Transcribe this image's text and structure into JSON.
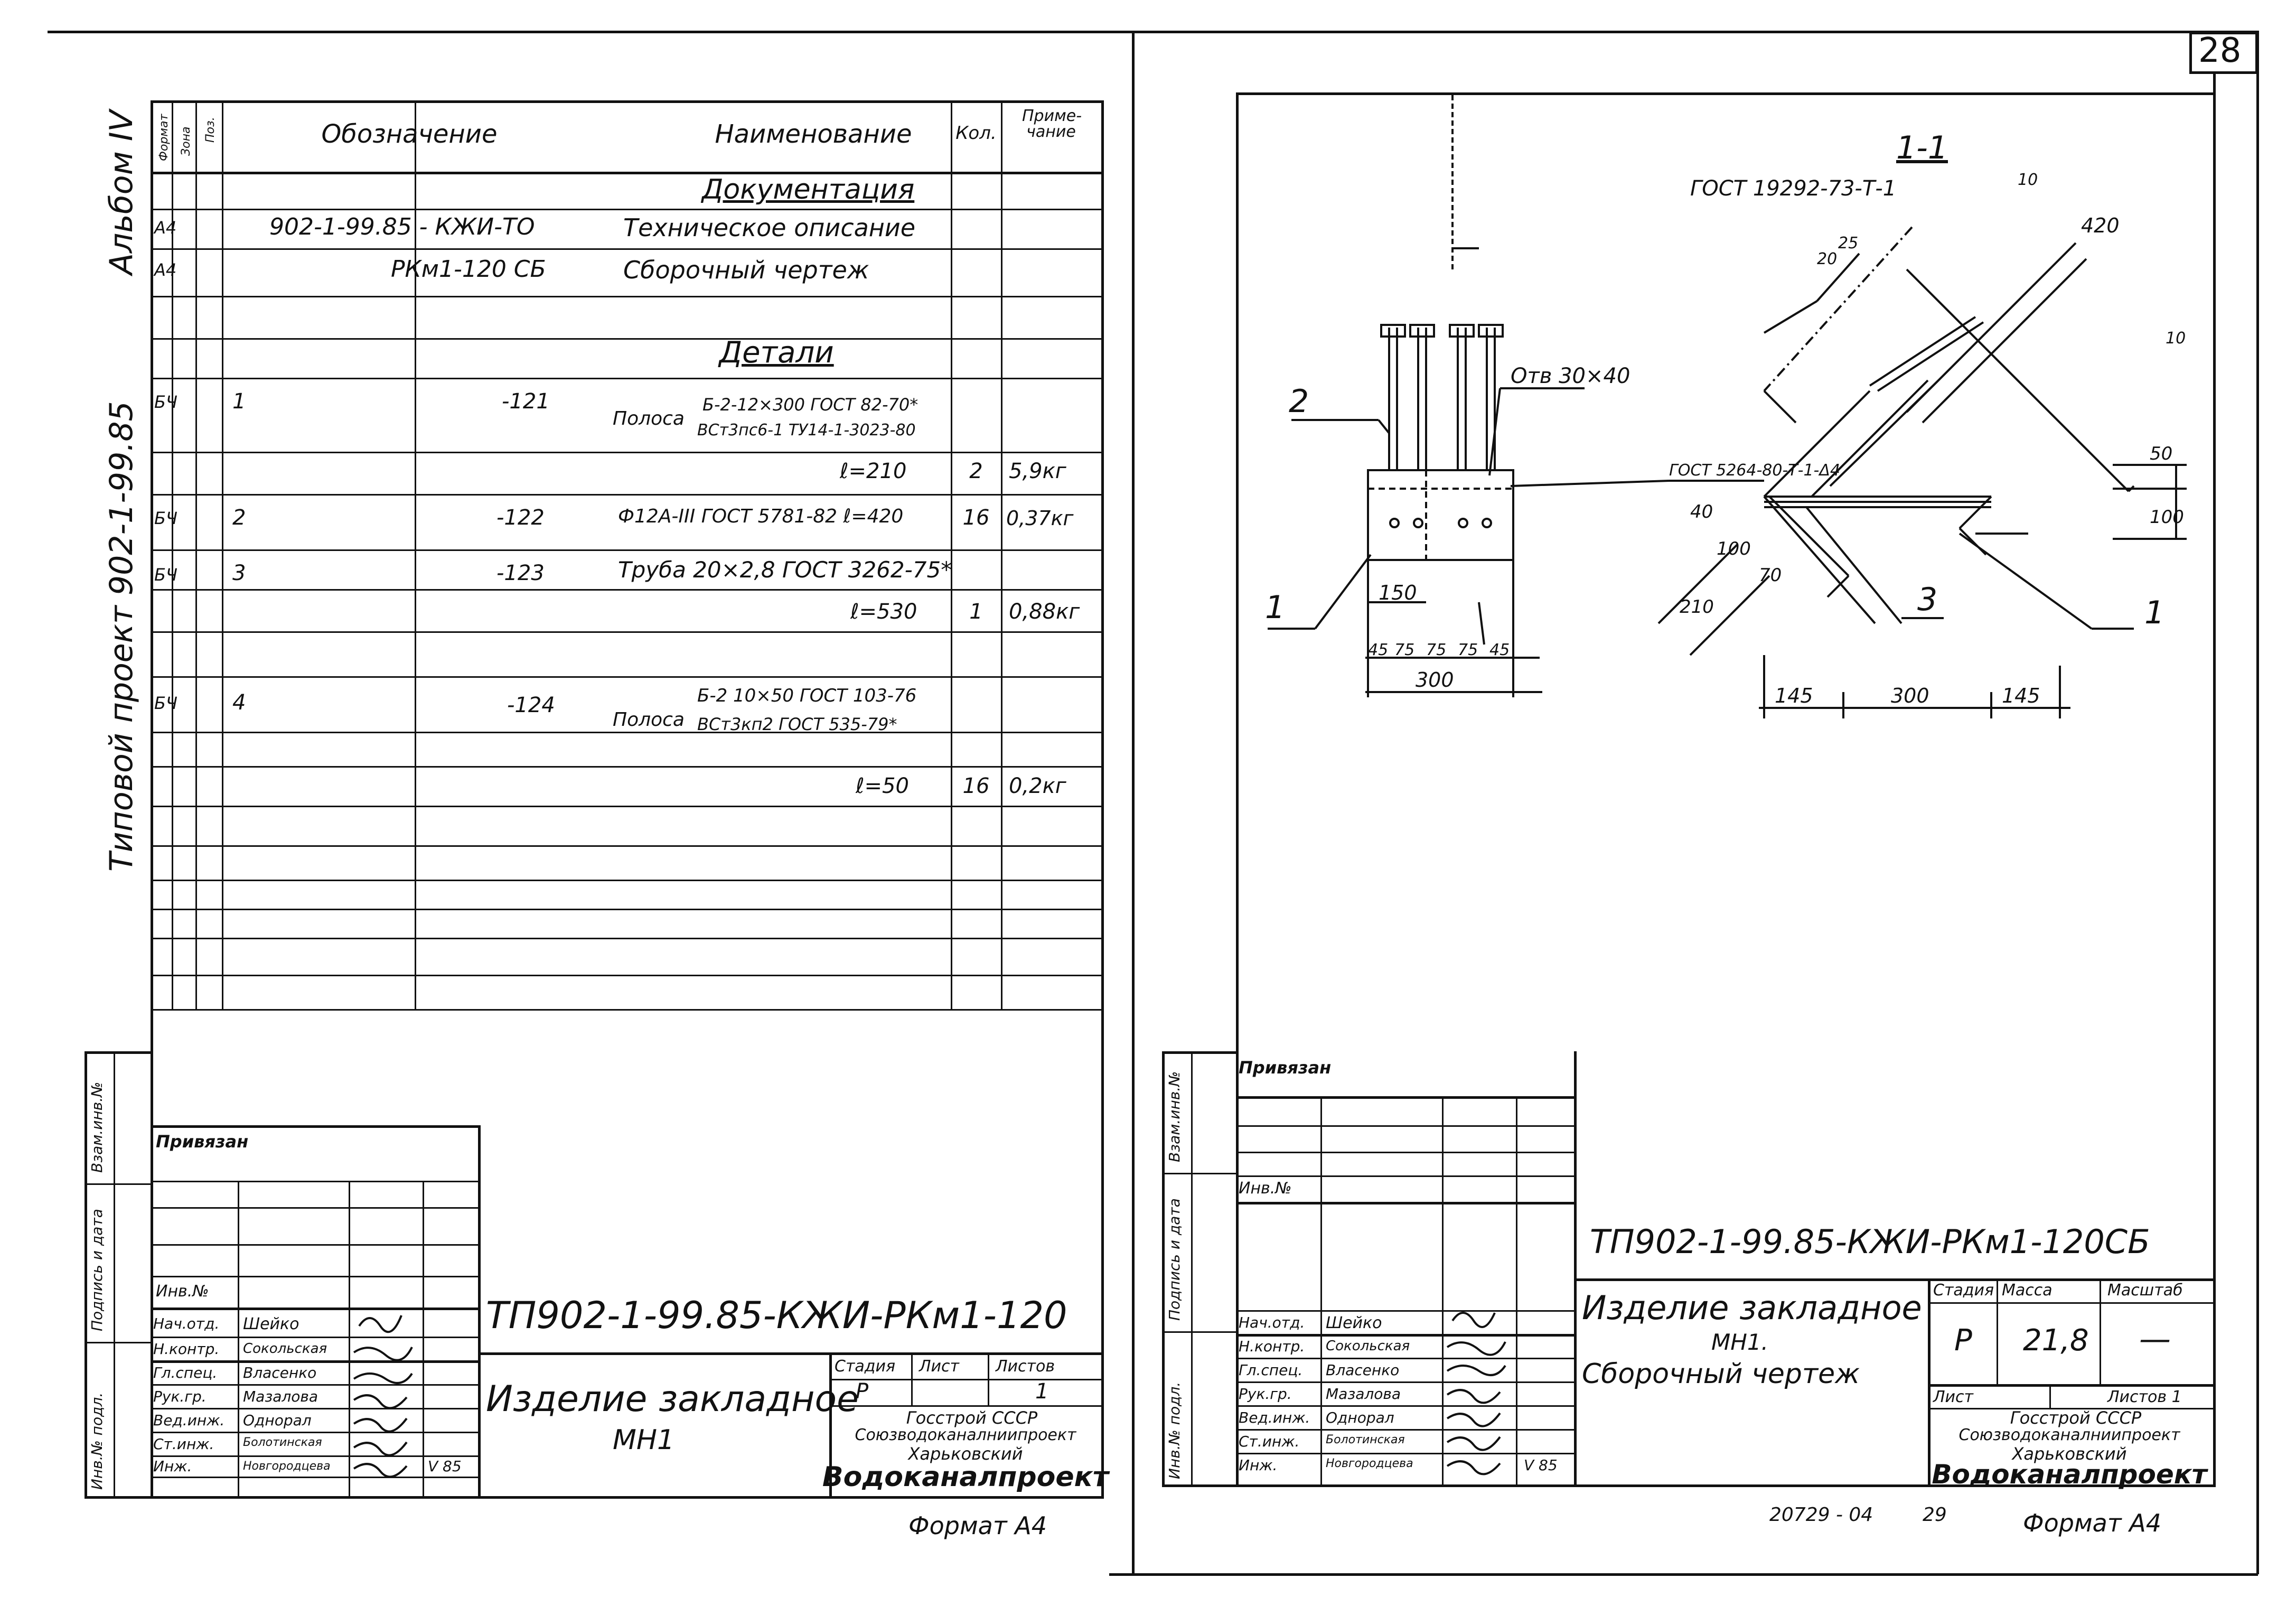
{
  "page_number": "28",
  "left_sheet": {
    "album": "Альбом IV",
    "project": "Типовой проект 902-1-99.85",
    "spec_header": {
      "format": "Формат",
      "zone": "Зона",
      "pos": "Поз.",
      "designation": "Обозначение",
      "name": "Наименование",
      "qty": "Кол.",
      "note": "Приме-чание"
    },
    "spec_rows": [
      {
        "format": "",
        "pos": "",
        "designation": "",
        "name": "Документация",
        "qty": "",
        "note": ""
      },
      {
        "format": "А4",
        "pos": "",
        "designation": "902-1-99.85 - КЖИ-ТО",
        "name": "Техническое описание",
        "qty": "",
        "note": ""
      },
      {
        "format": "А4",
        "pos": "",
        "designation": "РКм1-120 СБ",
        "name": "Сборочный чертеж",
        "qty": "",
        "note": ""
      },
      {
        "format": "",
        "pos": "",
        "designation": "",
        "name": "Детали",
        "qty": "",
        "note": ""
      },
      {
        "format": "БЧ",
        "pos": "1",
        "designation": "-121",
        "name": "Полоса",
        "name2": "Б-2-12×300 ГОСТ 82-70*",
        "name3": "ВСт3пс6-1 ТУ14-1-3023-80",
        "qty": "",
        "note": ""
      },
      {
        "format": "",
        "pos": "",
        "designation": "",
        "name": "ℓ=210",
        "qty": "2",
        "note": "5,9кг"
      },
      {
        "format": "БЧ",
        "pos": "2",
        "designation": "-122",
        "name": "Ф12А-III ГОСТ 5781-82 ℓ=420",
        "qty": "16",
        "note": "0,37кг"
      },
      {
        "format": "БЧ",
        "pos": "3",
        "designation": "-123",
        "name": "Труба 20×2,8 ГОСТ 3262-75*",
        "qty": "",
        "note": ""
      },
      {
        "format": "",
        "pos": "",
        "designation": "",
        "name": "ℓ=530",
        "qty": "1",
        "note": "0,88кг"
      },
      {
        "format": "БЧ",
        "pos": "4",
        "designation": "-124",
        "name": "Полоса",
        "name2": "Б-2 10×50 ГОСТ 103-76",
        "name3": "ВСт3кп2 ГОСТ 535-79*",
        "qty": "",
        "note": ""
      },
      {
        "format": "",
        "pos": "",
        "designation": "",
        "name": "ℓ=50",
        "qty": "16",
        "note": "0,2кг"
      }
    ],
    "side_stamp": [
      "Инв.№ подл.",
      "Подпись и дата",
      "Взам.инв.№"
    ],
    "privyazan": "Привязан",
    "inv_no": "Инв.№",
    "sign_roles": [
      "Нач.отд.",
      "Н.контр.",
      "Гл.спец.",
      "Рук.гр.",
      "Вед.инж.",
      "Ст.инж.",
      "Инж."
    ],
    "sign_names": [
      "Шейко",
      "Сокольская",
      "Власенко",
      "Мазалова",
      "Однорал",
      "Болотинская",
      "Новгородцева"
    ],
    "date": "V 85",
    "code": "ТП902-1-99.85-КЖИ-РКм1-120",
    "title": "Изделие закладное",
    "subtitle": "МН1",
    "stage_label": "Стадия",
    "sheet_label": "Лист",
    "sheets_label": "Листов",
    "stage": "Р",
    "sheets": "1",
    "org1": "Госстрой СССР",
    "org2": "Союзводоканалниипроект",
    "org3": "Харьковский",
    "org4": "Водоканалпроект",
    "format_label": "Формат А4"
  },
  "right_sheet": {
    "section": "1-1",
    "gost_weld1": "ГОСТ 19292-73-Т-1",
    "gost_weld2": "ГОСТ 5264-80-Т-1-Δ4",
    "hole": "Отв 30×40",
    "dims": [
      "150",
      "45",
      "75",
      "75",
      "75",
      "45",
      "300",
      "50",
      "100",
      "40",
      "100",
      "70",
      "210",
      "145",
      "300",
      "145",
      "420",
      "10",
      "10",
      "20",
      "25"
    ],
    "positions": [
      "1",
      "2",
      "3",
      "1"
    ],
    "privyazan": "Привязан",
    "inv_no": "Инв.№",
    "code": "ТП902-1-99.85-КЖИ-РКм1-120СБ",
    "title": "Изделие закладное",
    "subtitle": "МН1.",
    "title2": "Сборочный чертеж",
    "stage_label": "Стадия",
    "mass_label": "Масса",
    "scale_label": "Масштаб",
    "stage": "Р",
    "mass": "21,8",
    "scale": "—",
    "sheet_label": "Лист",
    "sheets_label": "Листов 1",
    "sign_roles": [
      "Нач.отд.",
      "Н.контр.",
      "Гл.спец.",
      "Рук.гр.",
      "Вед.инж.",
      "Ст.инж.",
      "Инж."
    ],
    "sign_names": [
      "Шейко",
      "Сокольская",
      "Власенко",
      "Мазалова",
      "Однорал",
      "Болотинская",
      "Новгородцева"
    ],
    "date": "V 85",
    "org1": "Госстрой СССР",
    "org2": "Союзводоканалниипроект",
    "org3": "Харьковский",
    "org4": "Водоканалпроект",
    "footer_num": "20729 - 04",
    "footer_page": "29",
    "format_label": "Формат А4"
  }
}
